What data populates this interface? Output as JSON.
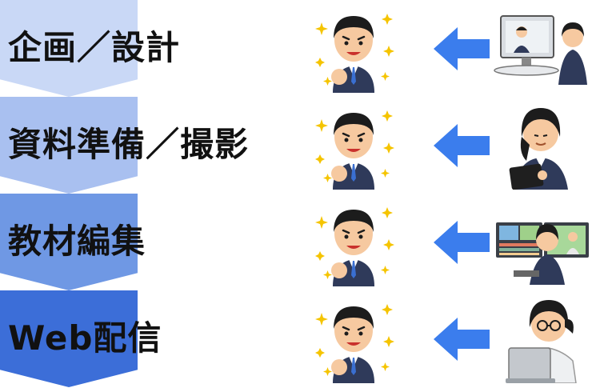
{
  "steps": [
    {
      "label": "企画／設計",
      "color": "#c9d8f6",
      "worker_icon": "video-call-worker-icon"
    },
    {
      "label": "資料準備／撮影",
      "color": "#a9c0f0",
      "worker_icon": "tablet-worker-icon"
    },
    {
      "label": "教材編集",
      "color": "#6f98e4",
      "worker_icon": "video-editor-icon"
    },
    {
      "label": "Web配信",
      "color": "#3c6ed8",
      "worker_icon": "laptop-worker-icon"
    }
  ],
  "person_icon": "businessman-fist-pump-icon",
  "arrow_icon": "arrow-left-icon",
  "arrow_color": "#3b7ded"
}
